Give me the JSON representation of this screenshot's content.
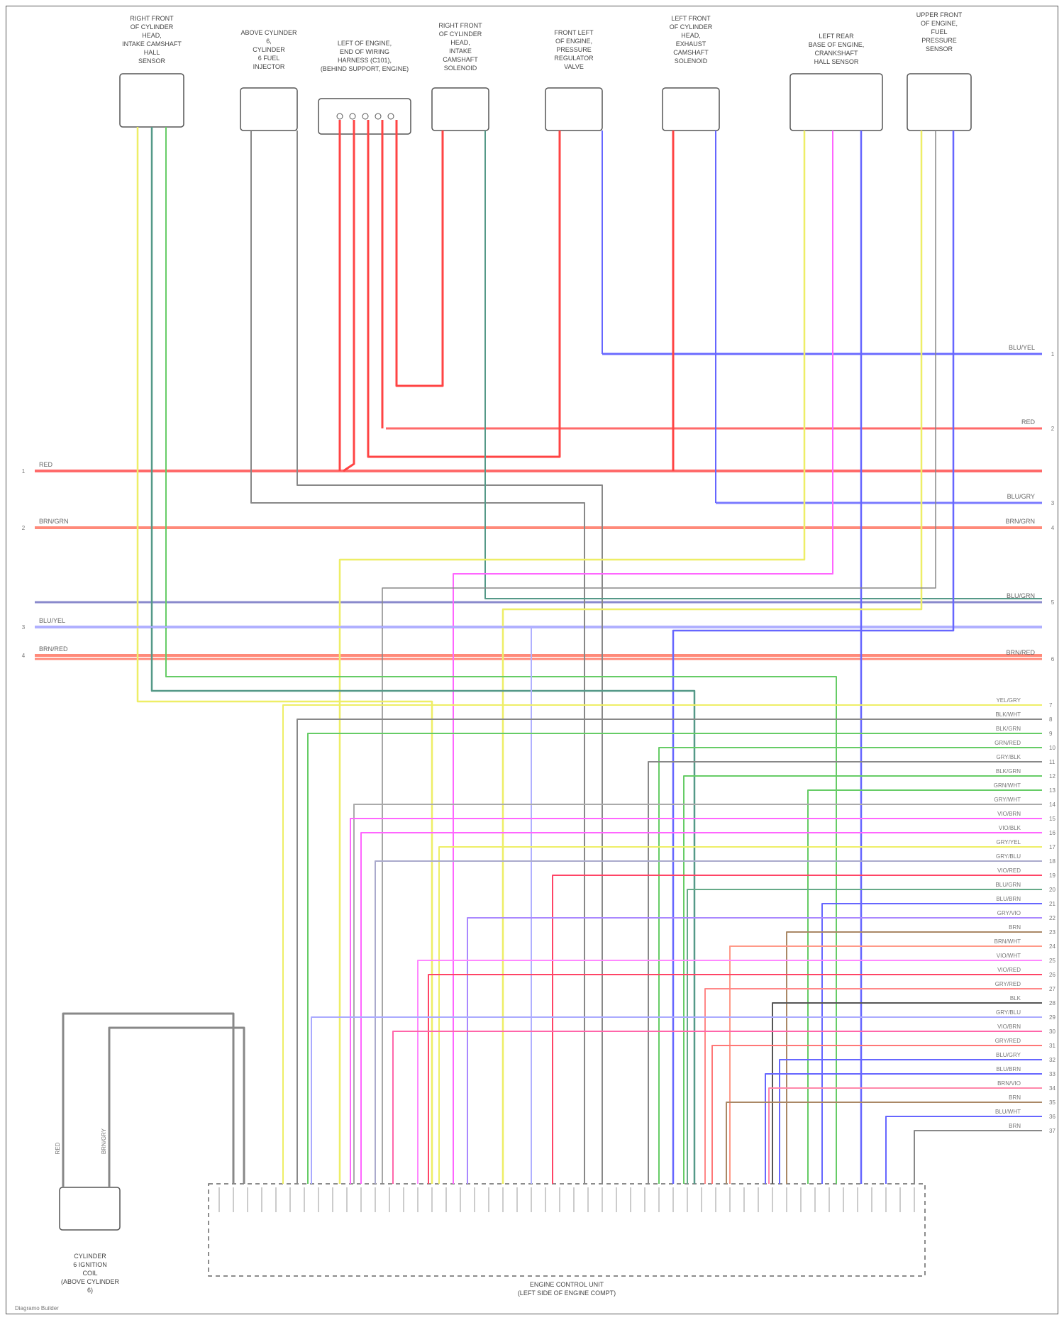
{
  "components": [
    {
      "id": "c1",
      "label": [
        "RIGHT FRONT",
        "OF CYLINDER",
        "HEAD,",
        "INTAKE CAMSHAFT",
        "HALL",
        "SENSOR"
      ]
    },
    {
      "id": "c2",
      "label": [
        "ABOVE CYLINDER",
        "6,",
        "CYLINDER",
        "6 FUEL",
        "INJECTOR"
      ]
    },
    {
      "id": "c3",
      "label": [
        "LEFT OF ENGINE,",
        "END OF WIRING",
        "HARNESS (C101),",
        "(BEHIND SUPPORT, ENGINE)"
      ]
    },
    {
      "id": "c4",
      "label": [
        "RIGHT FRONT",
        "OF CYLINDER",
        "HEAD,",
        "INTAKE",
        "CAMSHAFT",
        "SOLENOID"
      ]
    },
    {
      "id": "c5",
      "label": [
        "FRONT LEFT",
        "OF ENGINE,",
        "PRESSURE",
        "REGULATOR",
        "VALVE"
      ]
    },
    {
      "id": "c6",
      "label": [
        "LEFT FRONT",
        "OF CYLINDER",
        "HEAD,",
        "EXHAUST",
        "CAMSHAFT",
        "SOLENOID"
      ]
    },
    {
      "id": "c7",
      "label": [
        "LEFT REAR",
        "BASE OF ENGINE,",
        "CRANKSHAFT",
        "HALL SENSOR"
      ]
    },
    {
      "id": "c8",
      "label": [
        "UPPER FRONT",
        "OF ENGINE,",
        "FUEL",
        "PRESSURE",
        "SENSOR"
      ]
    },
    {
      "id": "c9",
      "label": [
        "CYLINDER",
        "6 IGNITION",
        "COIL",
        "(ABOVE CYLINDER",
        "6)"
      ]
    }
  ],
  "module_label": [
    "ENGINE CONTROL UNIT",
    "(LEFT SIDE OF ENGINE COMPT)"
  ],
  "left_wires": [
    {
      "num": "1",
      "label": "RED",
      "color": "#ff6a6a"
    },
    {
      "num": "2",
      "label": "BRN/GRN",
      "color": "#ff8a7a"
    },
    {
      "num": "3",
      "label": "BLU/YEL",
      "color": "#b0b0ff"
    },
    {
      "num": "4",
      "label": "BRN/RED",
      "color": "#ff8a7a"
    }
  ],
  "right_wires": [
    {
      "num": "1",
      "label": "BLU/YEL",
      "color": "#6a6aff"
    },
    {
      "num": "2",
      "label": "RED",
      "color": "#ff6a6a"
    },
    {
      "num": "3",
      "label": "BLU/GRY",
      "color": "#7a7aff"
    },
    {
      "num": "4",
      "label": "BRN/GRN",
      "color": "#ff8a7a"
    },
    {
      "num": "5",
      "label": "BLU/GRN",
      "color": "#8a8acc"
    },
    {
      "num": "6",
      "label": "BRN/RED",
      "color": "#ff8a7a"
    }
  ],
  "right_pins": [
    "YEL/GRY",
    "BLK/WHT",
    "BLK/GRN",
    "GRN/RED",
    "GRY/BLK",
    "BLK/GRN",
    "GRN/WHT",
    "GRY/WHT",
    "VIO/BRN",
    "VIO/BLK",
    "GRY/YEL",
    "GRY/BLU",
    "VIO/RED",
    "BLU/GRN",
    "BLU/BRN",
    "GRY/VIO",
    "BRN",
    "BRN/WHT",
    "VIO/WHT",
    "VIO/RED",
    "GRY/RED",
    "BLK",
    "GRY/BLU",
    "VIO/BRN",
    "GRY/RED",
    "BLU/GRY",
    "BLU/BRN",
    "BRN/VIO",
    "BRN",
    "BLU/WHT",
    "BRN"
  ],
  "footer": "Diagramo Builder",
  "colors": {
    "red": "#ff4444",
    "blue": "#6666ff",
    "yellow": "#eeee66",
    "green": "#66cc66",
    "gray": "#888888",
    "pink": "#ff66ff",
    "teal": "#559988",
    "orange": "#ff8866"
  }
}
